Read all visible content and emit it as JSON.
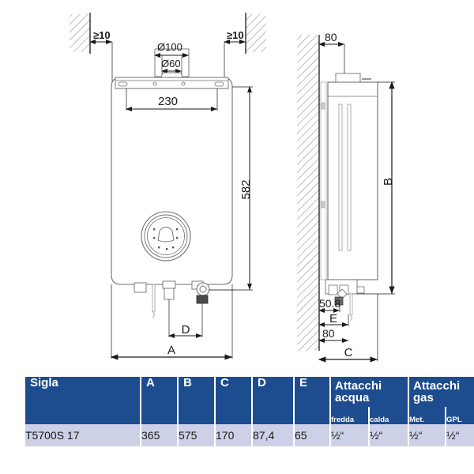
{
  "drawing": {
    "front_view": {
      "clearance_left_label": "≥10",
      "clearance_right_label": "≥10",
      "flue_outer_label": "Ø100",
      "flue_inner_label": "Ø60",
      "bracket_width_label": "230",
      "height_label": "582",
      "width_label": "A",
      "connection_spacing_label": "D"
    },
    "side_view": {
      "top_offset_label": "80",
      "height_label": "B",
      "depth_label": "C",
      "bottom_offset_label": "80",
      "pipe_offset_label": "50.8",
      "connection_label": "E"
    }
  },
  "table": {
    "columns": {
      "sigla": "Sigla",
      "a": "A",
      "b": "B",
      "c": "C",
      "d": "D",
      "e": "E"
    },
    "groups": {
      "acqua": "Attacchi acqua",
      "gas": "Attacchi gas"
    },
    "subcolumns": {
      "fredda": "fredda",
      "calda": "calda",
      "met": "Met.",
      "gpl": "GPL"
    },
    "rows": [
      {
        "sigla": "T5700S 17",
        "a": "365",
        "b": "575",
        "c": "170",
        "d": "87,4",
        "e": "65",
        "fredda": "½“",
        "calda": "½“",
        "met": "½“",
        "gpl": "½“"
      }
    ]
  },
  "colors": {
    "header_blue": "#1e4d8f",
    "row_lavender": "#ccd1e8",
    "line": "#1a1a1a"
  }
}
